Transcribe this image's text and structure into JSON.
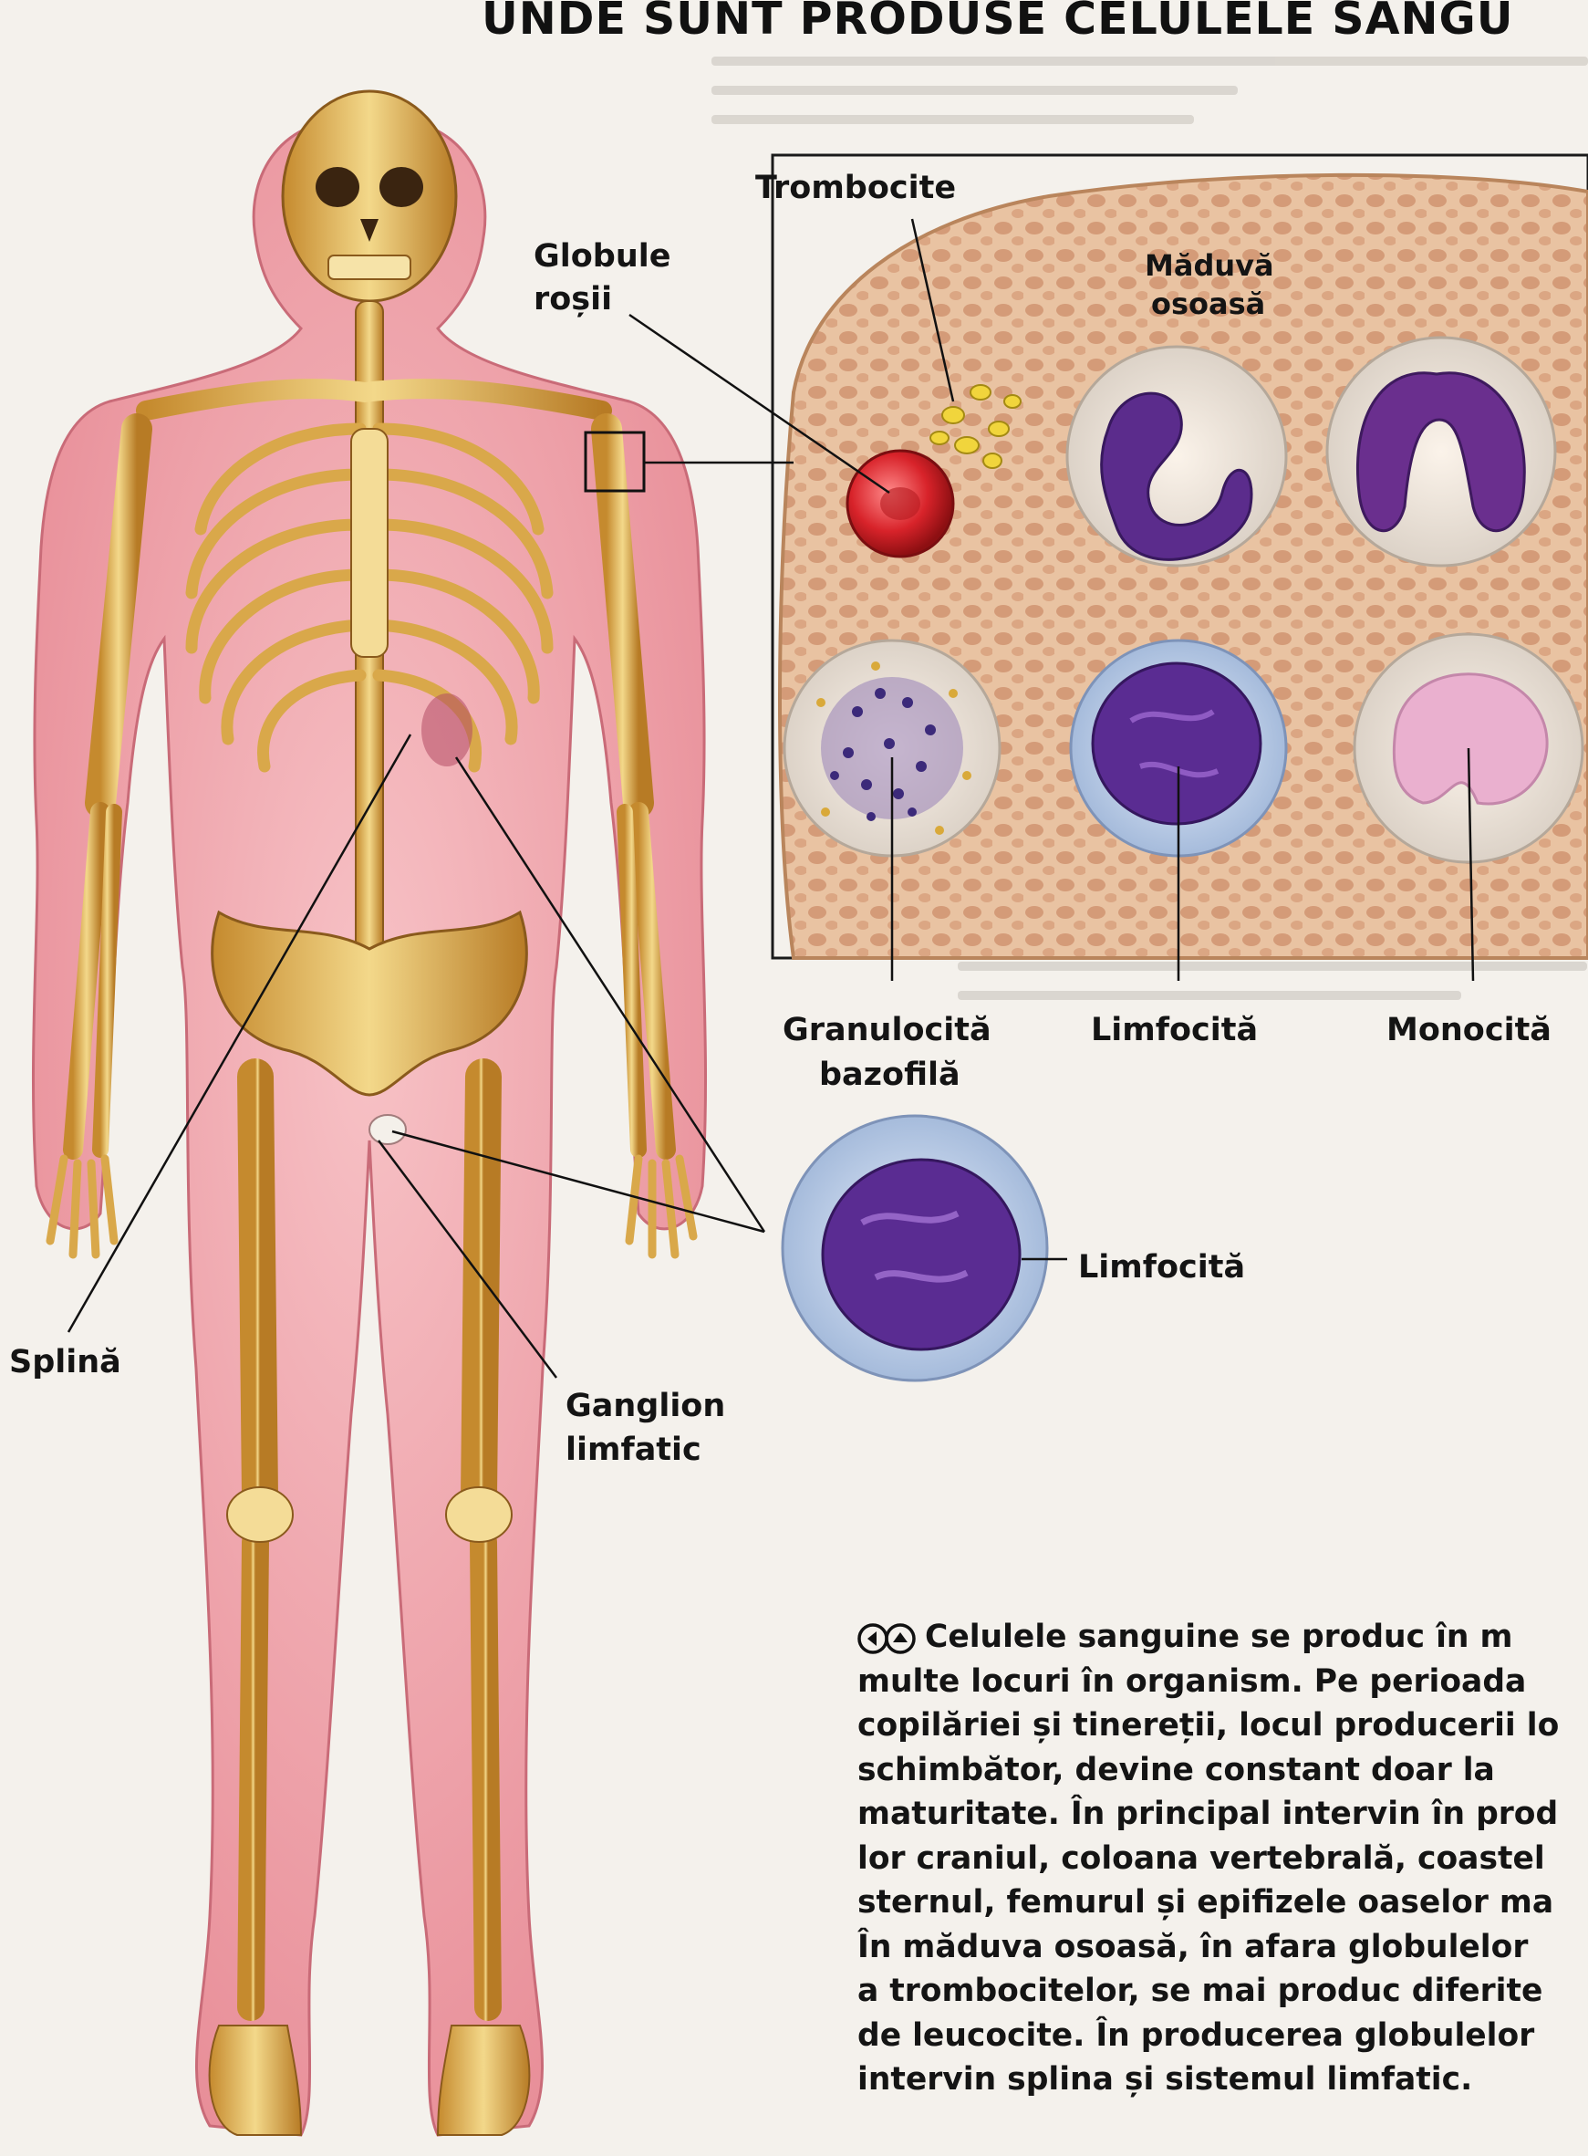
{
  "title": "UNDE SUNT PRODUSE CELULELE SANGU",
  "labels": {
    "trombocite": "Trombocite",
    "globule_rosii_1": "Globule",
    "globule_rosii_2": "roșii",
    "maduva_1": "Măduvă",
    "maduva_2": "osoasă",
    "granulocita_1": "Granulocită",
    "granulocita_2": "bazofilă",
    "limfocita_inset": "Limfocită",
    "monocita": "Monocită",
    "limfocita_node": "Limfocită",
    "splina": "Splină",
    "ganglion_1": "Ganglion",
    "ganglion_2": "limfatic"
  },
  "caption": {
    "lines": [
      "Celulele sanguine se produc în m",
      "multe locuri în organism. Pe perioada",
      "copilăriei și tinereții, locul producerii lo",
      "schimbător, devine constant doar la",
      "maturitate. În principal intervin în prod",
      "lor craniul, coloana vertebrală, coastel",
      "sternul, femurul și epifizele oaselor ma",
      "În măduva osoasă, în afara globulelor",
      "a trombocitelor, se mai produc diferite",
      "de leucocite. În producerea globulelor",
      "intervin splina și sistemul limfatic."
    ],
    "icons": [
      "circle-arrow-left-icon",
      "circle-arrow-up-icon"
    ]
  },
  "colors": {
    "skin": "#f0aab0",
    "bone": "#e8c36a",
    "marrow_bg": "#e7c0a0",
    "cell_nucleus": "#5b2c8c",
    "red_cell": "#d8232a",
    "platelet": "#f0d040"
  }
}
